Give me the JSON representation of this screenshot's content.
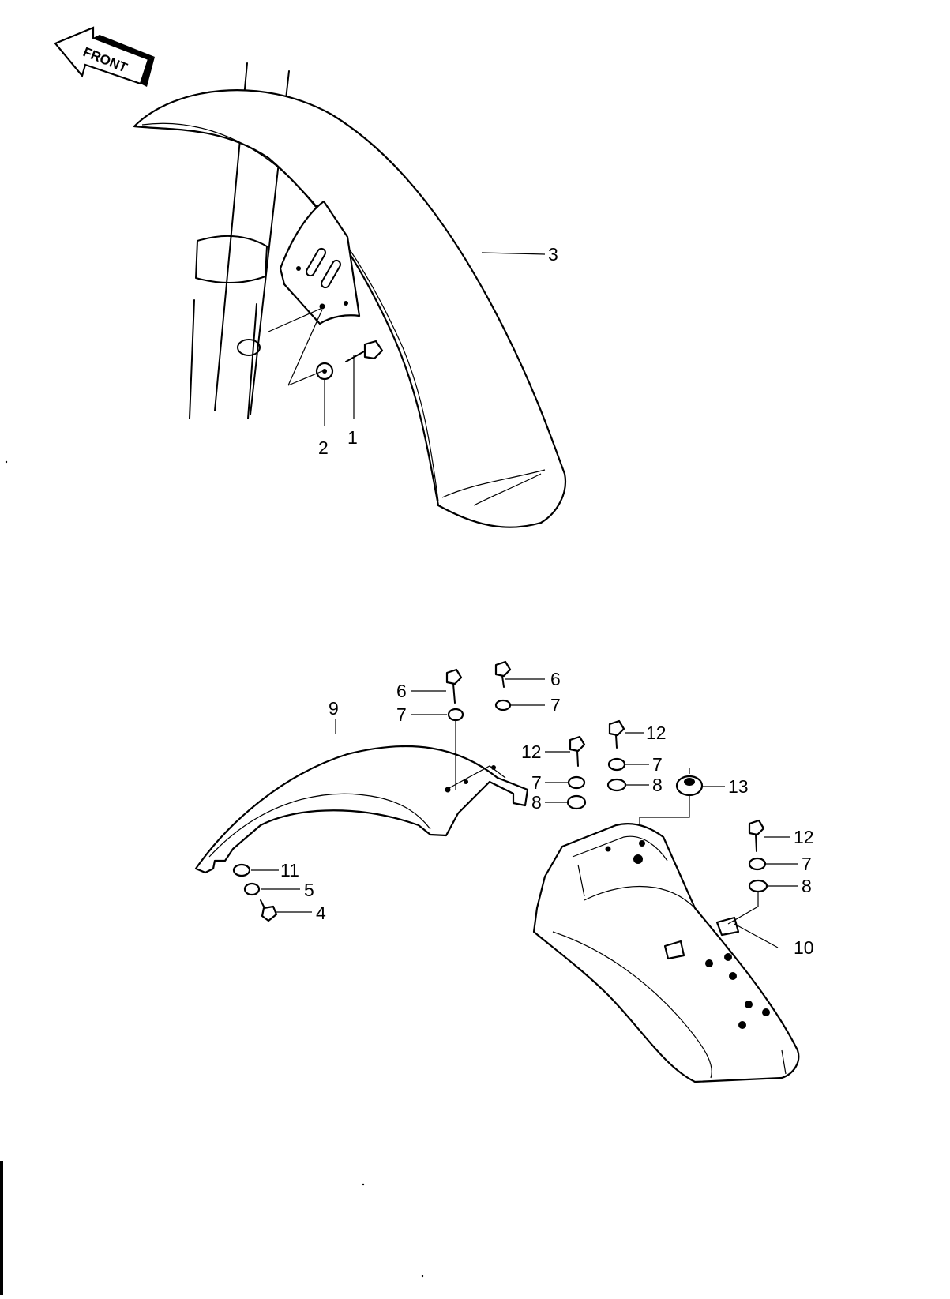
{
  "front_arrow": {
    "text": "FRONT"
  },
  "callouts": {
    "c1": "1",
    "c2": "2",
    "c3": "3",
    "c4": "4",
    "c5": "5",
    "c6a": "6",
    "c6b": "6",
    "c7a": "7",
    "c7b": "7",
    "c7c": "7",
    "c7d": "7",
    "c7e": "7",
    "c8a": "8",
    "c8b": "8",
    "c8c": "8",
    "c9": "9",
    "c10": "10",
    "c11": "11",
    "c12a": "12",
    "c12b": "12",
    "c12c": "12",
    "c13": "13"
  }
}
